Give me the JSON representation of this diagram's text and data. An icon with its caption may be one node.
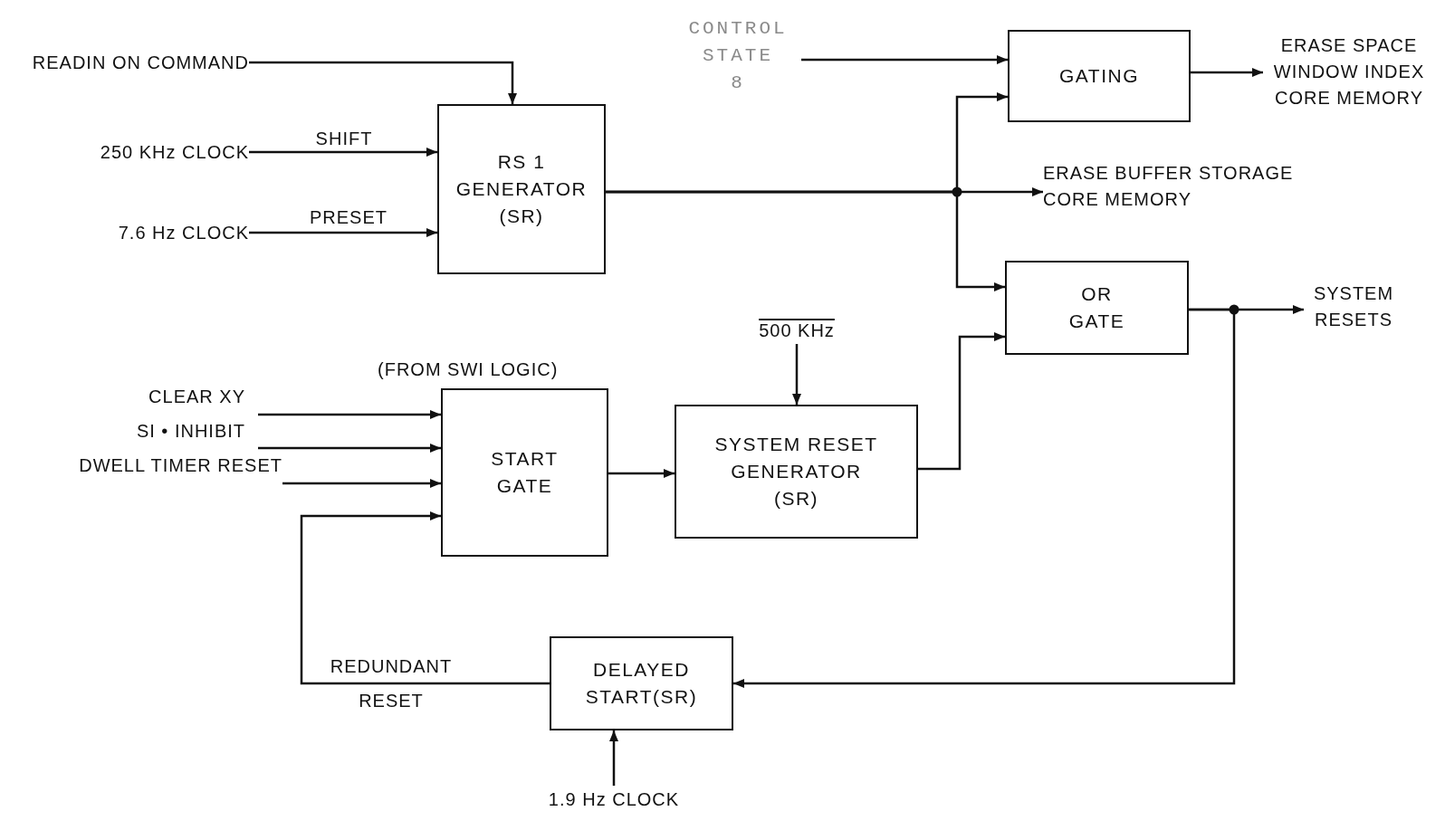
{
  "diagram": {
    "nodes": [
      {
        "text": [
          "RS 1 GENERATOR (SR)"
        ]
      },
      {
        "text": [
          "GATING"
        ]
      },
      {
        "text": [
          "OR GATE"
        ]
      },
      {
        "text": [
          "START GATE"
        ],
        "beside": [
          "(FROM SWI LOGIC)"
        ]
      },
      {
        "text": [
          "SYSTEM RESET GENERATOR (SR)"
        ]
      },
      {
        "text": [
          "DELAYED START(SR)"
        ]
      },
      {
        "text": [
          "READIN ON COMMAND"
        ]
      },
      {
        "text": [
          "250 KHz CLOCK"
        ]
      },
      {
        "text": [
          "7.6 Hz CLOCK"
        ]
      },
      {
        "text": [
          "CONTROL STATE 8"
        ]
      },
      {
        "text": [
          "ERASE SPACE WINDOW INDEX CORE MEMORY"
        ]
      },
      {
        "text": [
          "ERASE BUFFER STORAGE CORE MEMORY"
        ]
      },
      {
        "text": [
          "SYSTEM RESETS"
        ]
      },
      {
        "text": [
          "500 KHz"
        ]
      },
      {
        "text": [
          "CLEAR XY"
        ]
      },
      {
        "text": [
          "SI • INHIBIT"
        ]
      },
      {
        "text": [
          "DWELL TIMER RESET"
        ]
      },
      {
        "text": [
          "1.9 Hz CLOCK"
        ]
      }
    ],
    "edges": [
      {
        "from": 6,
        "to": 0,
        "arrow": "to"
      },
      {
        "from": 7,
        "to": 0,
        "arrow": "to",
        "label": "SHIFT"
      },
      {
        "from": 8,
        "to": 0,
        "arrow": "to",
        "label": "PRESET"
      },
      {
        "from": 9,
        "to": 1,
        "arrow": "to"
      },
      {
        "from": 0,
        "to": 1,
        "arrow": "to"
      },
      {
        "from": 0,
        "to": 11,
        "arrow": "to"
      },
      {
        "from": 0,
        "to": 2,
        "arrow": "to"
      },
      {
        "from": 1,
        "to": 10,
        "arrow": "to"
      },
      {
        "from": 13,
        "to": 4,
        "arrow": "to"
      },
      {
        "from": 4,
        "to": 2,
        "arrow": "to"
      },
      {
        "from": 2,
        "to": 12,
        "arrow": "to"
      },
      {
        "from": 2,
        "to": 5,
        "arrow": "to"
      },
      {
        "from": 14,
        "to": 3,
        "arrow": "to"
      },
      {
        "from": 15,
        "to": 3,
        "arrow": "to"
      },
      {
        "from": 16,
        "to": 3,
        "arrow": "to"
      },
      {
        "from": 3,
        "to": 4,
        "arrow": "to"
      },
      {
        "from": 5,
        "to": 3,
        "arrow": "to",
        "label": "REDUNDANT RESET"
      },
      {
        "from": 17,
        "to": 5,
        "arrow": "to"
      }
    ]
  }
}
